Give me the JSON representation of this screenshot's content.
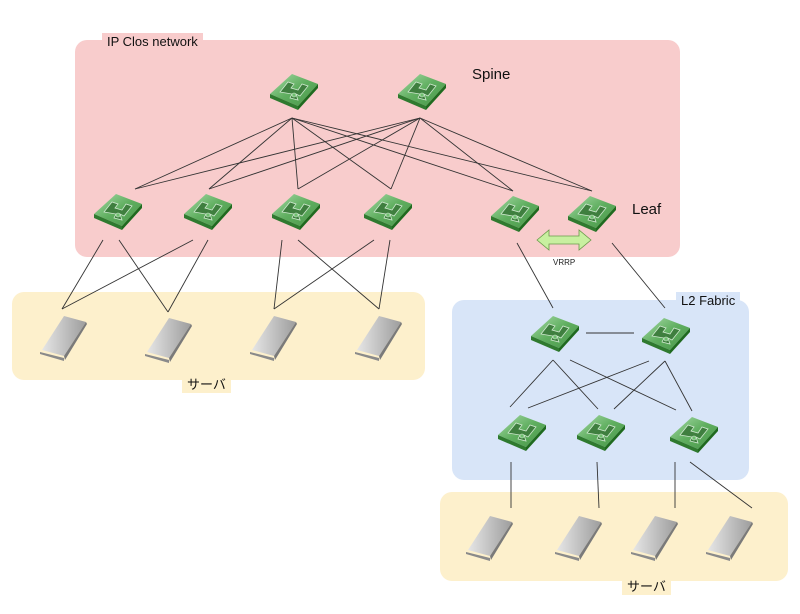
{
  "zones": {
    "ip_clos": {
      "label": "IP Clos network",
      "color": "#f8cccc"
    },
    "servers_left": {
      "label": "サーバ",
      "color": "#fdf0cc"
    },
    "l2_fabric": {
      "label": "L2 Fabric",
      "color": "#d8e5f8"
    },
    "servers_right": {
      "label": "サーバ",
      "color": "#fdf0cc"
    }
  },
  "labels": {
    "spine": "Spine",
    "leaf": "Leaf",
    "vrrp": "VRRP"
  },
  "icons": {
    "switch": "network-switch-icon",
    "server": "server-icon"
  },
  "colors": {
    "switch_face": "#5fae5f",
    "switch_dark": "#3f8a3f",
    "server_face": "#b8b8b8",
    "link": "#333333",
    "vrrp_arrow": "#c8f0a0"
  },
  "topology": {
    "spines": [
      "spine-1",
      "spine-2"
    ],
    "leaves": [
      "leaf-1",
      "leaf-2",
      "leaf-3",
      "leaf-4",
      "leaf-5",
      "leaf-6"
    ],
    "servers_left": [
      "server-1",
      "server-2",
      "server-3",
      "server-4"
    ],
    "l2_top": [
      "l2-sw-1",
      "l2-sw-2"
    ],
    "l2_bottom": [
      "l2-sw-3",
      "l2-sw-4",
      "l2-sw-5"
    ],
    "servers_right": [
      "server-5",
      "server-6",
      "server-7",
      "server-8"
    ]
  }
}
